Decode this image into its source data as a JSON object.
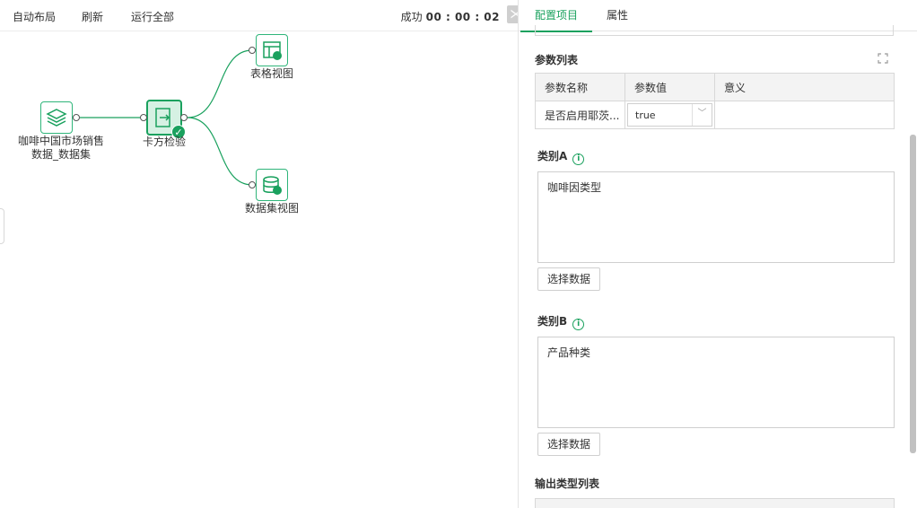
{
  "toolbar": {
    "auto_layout": "自动布局",
    "refresh": "刷新",
    "run_all": "运行全部",
    "status_label": "成功",
    "status_time": "00 : 00 : 02"
  },
  "nodes": {
    "dataset": "咖啡中国市场销售数据_数据集",
    "dataset_line1": "咖啡中国市场销售",
    "dataset_line2": "数据_数据集",
    "chisq": "卡方检验",
    "table_view": "表格视图",
    "dataset_view": "数据集视图"
  },
  "panel": {
    "tabs": [
      "配置项目",
      "属性"
    ],
    "param_list_title": "参数列表",
    "param_table": {
      "headers": [
        "参数名称",
        "参数值",
        "意义"
      ],
      "rows": [
        {
          "name": "是否启用耶茨...",
          "value": "true",
          "meaning": ""
        }
      ]
    },
    "category_a": {
      "title": "类别A",
      "value": "咖啡因类型",
      "button": "选择数据"
    },
    "category_b": {
      "title": "类别B",
      "value": "产品种类",
      "button": "选择数据"
    },
    "output_types_title": "输出类型列表"
  },
  "icons": [
    "layers-icon",
    "chisq-icon",
    "table-view-icon",
    "dataset-view-icon",
    "check-icon",
    "info-icon",
    "expand-icon",
    "collapse-icon"
  ],
  "colors": {
    "accent": "#1aa15e",
    "accent_light": "#d6f1e3"
  }
}
